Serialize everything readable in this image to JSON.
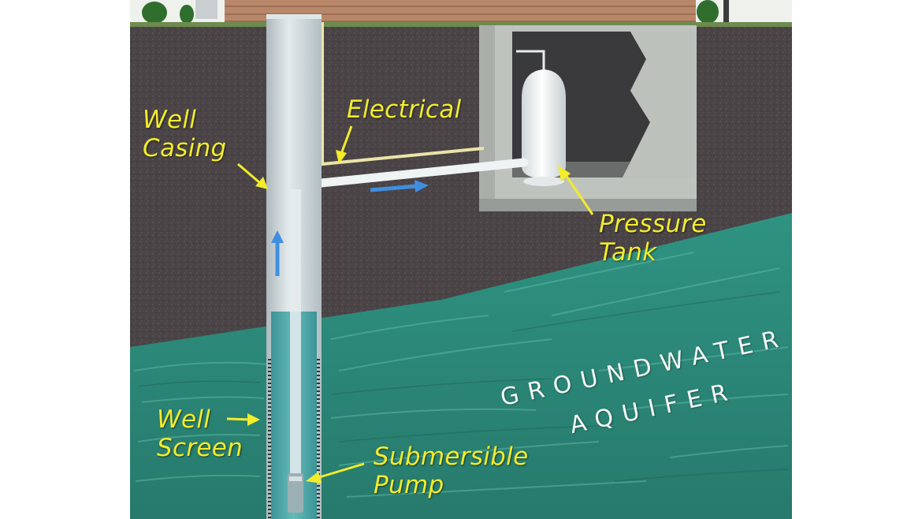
{
  "labels": {
    "well_casing_1": "Well",
    "well_casing_2": "Casing",
    "electrical": "Electrical",
    "pressure_tank_1": "Pressure",
    "pressure_tank_2": "Tank",
    "groundwater": "GROUNDWATER",
    "aquifer": "AQUIFER",
    "well_screen_1": "Well",
    "well_screen_2": "Screen",
    "submersible_1": "Submersible",
    "submersible_2": "Pump"
  },
  "colors": {
    "label": "#f2ec2a",
    "soil": "#4a4447",
    "aquifer": "#2f8f7e",
    "casing": "#c9d3d6",
    "water": "#3aa3a3",
    "arrow": "#3f8fe0",
    "concrete": "#a9aea9",
    "house": "#b8876a"
  }
}
